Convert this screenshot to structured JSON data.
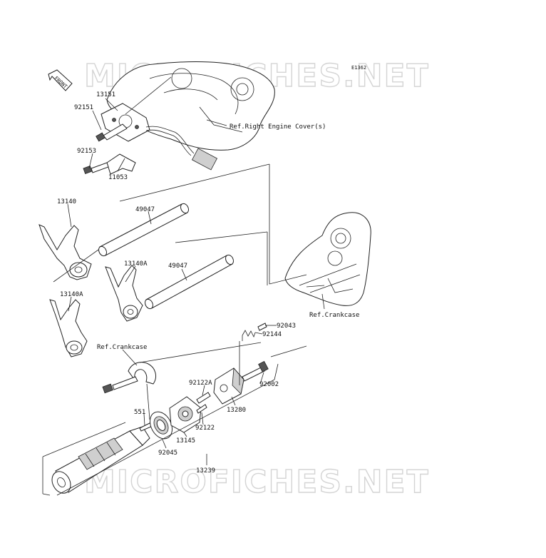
{
  "watermarks": [
    "MICROFICHES.NET",
    "MICROFICHES.NET"
  ],
  "diagram_code": "E1362",
  "front_arrow": "FRONT",
  "labels": {
    "p13151": "13151",
    "p92151": "92151",
    "p92153": "92153",
    "p11053": "11053",
    "ref_right_cover": "Ref.Right Engine Cover(s)",
    "p13140": "13140",
    "p49047a": "49047",
    "p13140A_top": "13140A",
    "p49047b": "49047",
    "p13140A_low": "13140A",
    "ref_crankcase_right": "Ref.Crankcase",
    "p92043": "92043",
    "p92144": "92144",
    "ref_crankcase_left": "Ref.Crankcase",
    "p92122A": "92122A",
    "p92002": "92002",
    "p13280": "13280",
    "p551": "551",
    "p92122": "92122",
    "p13145": "13145",
    "p92045": "92045",
    "p13239": "13239"
  }
}
